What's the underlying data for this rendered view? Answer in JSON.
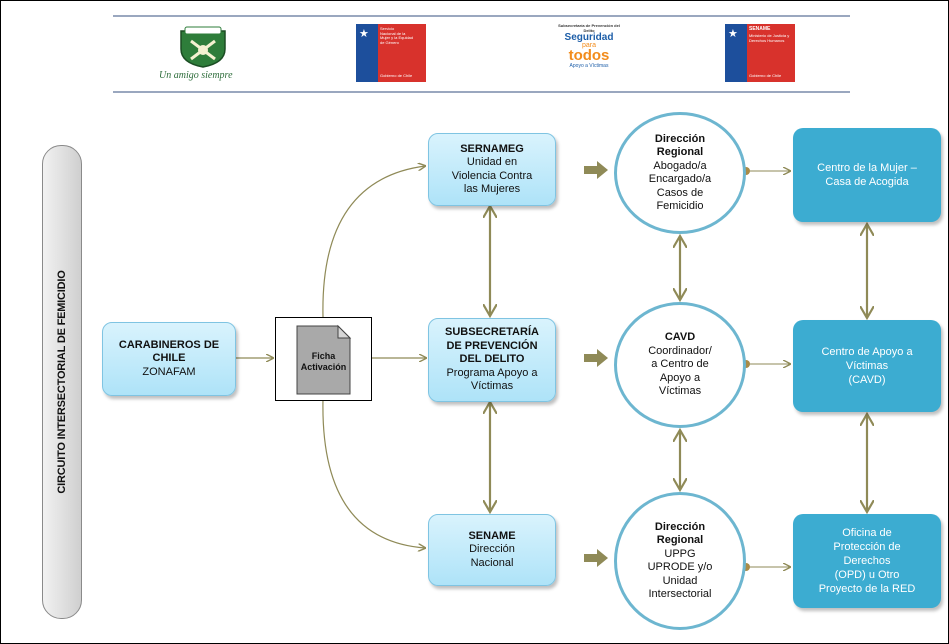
{
  "header": {
    "carabineros_motto": "Un amigo siempre",
    "sernam_logo_lines": [
      "Servicio",
      "Nacional de la",
      "Mujer y la Equidad",
      "de Género"
    ],
    "gob_chile_1": "Gobierno de Chile",
    "seg_sub": "Subsecretaría de Prevención del Delito",
    "seg_word1": "Seguridad",
    "seg_word2": "para",
    "seg_word3": "todos",
    "seg_apoyo": "Apoyo a Víctimas",
    "sename_logo_title": "SENAME",
    "sename_logo_sub": "Ministerio de Justicia y Derechos Humanos",
    "gob_chile_2": "Gobierno de Chile"
  },
  "side_label": "CIRCUITO INTERSECTORIAL DE FEMICIDIO",
  "origin": {
    "title": "CARABINEROS DE CHILE",
    "subtitle": "ZONAFAM"
  },
  "ficha": {
    "line1": "Ficha",
    "line2": "Activación"
  },
  "middle": [
    {
      "title": "SERNAMEG",
      "lines": [
        "Unidad en",
        "Violencia Contra",
        "las Mujeres"
      ]
    },
    {
      "title_lines": [
        "SUBSECRETARÍA",
        "DE PREVENCIÓN",
        "DEL DELITO"
      ],
      "lines": [
        "Programa Apoyo a",
        "Víctimas"
      ]
    },
    {
      "title": "SENAME",
      "lines": [
        "Dirección",
        "Nacional"
      ]
    }
  ],
  "circles": [
    {
      "title_lines": [
        "Dirección",
        "Regional"
      ],
      "lines": [
        "Abogado/a",
        "Encargado/a",
        "Casos de",
        "Femicidio"
      ]
    },
    {
      "title_lines": [
        "CAVD"
      ],
      "lines": [
        "Coordinador/",
        "a Centro de",
        "Apoyo a",
        "Víctimas"
      ]
    },
    {
      "title_lines": [
        "Dirección",
        "Regional"
      ],
      "lines": [
        "UPPG",
        "UPRODE y/o",
        "Unidad",
        "Intersectorial"
      ]
    }
  ],
  "destinations": [
    {
      "lines": [
        "Centro de la Mujer –",
        "Casa de Acogida"
      ]
    },
    {
      "lines": [
        "Centro de Apoyo a",
        "Víctimas",
        "(CAVD)"
      ]
    },
    {
      "lines": [
        "Oficina de",
        "Protección de",
        "Derechos",
        "(OPD) u Otro",
        "Proyecto de la RED"
      ]
    }
  ],
  "colors": {
    "box_fill": "#bde9fa",
    "circle_border": "#6db6d0",
    "dest_fill": "#3cacd1",
    "arrow_olive": "#8f8a57"
  }
}
